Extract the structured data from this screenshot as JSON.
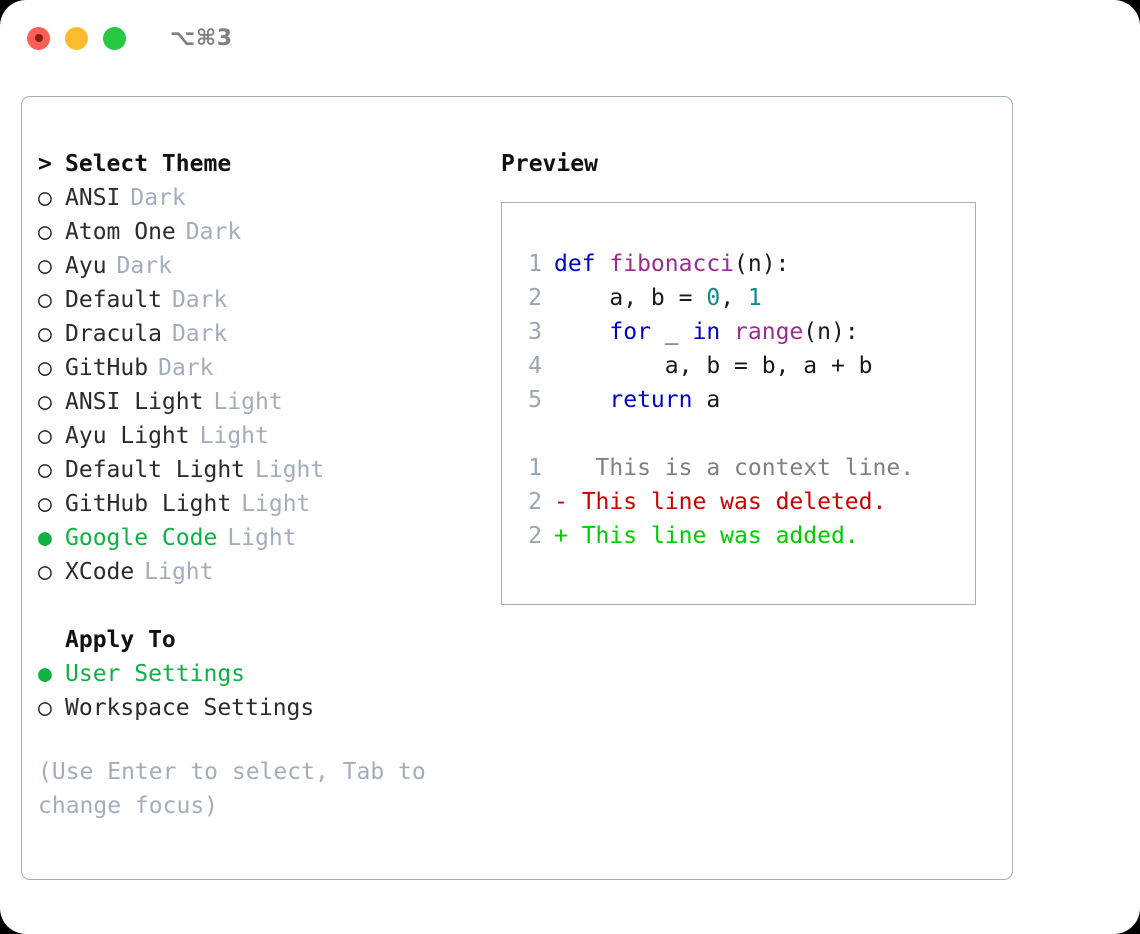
{
  "titlebar": {
    "buttons": [
      {
        "name": "close-button",
        "label": ""
      },
      {
        "name": "minimize-button",
        "label": ""
      },
      {
        "name": "maximize-button",
        "label": ""
      }
    ],
    "shortcut": "⌥⌘3"
  },
  "colors": {
    "accent_green": "#10b142",
    "tag_gray": "#a3adbd",
    "border": "#a6afbd",
    "keyword_blue": "#0000cc",
    "function_magenta": "#9c2c8f",
    "number_teal": "#0f8a8a",
    "diff_deleted_red": "#cc0000",
    "diff_added_green": "#00cc00",
    "diff_context_gray": "#808080",
    "lineno_gray": "#9aa5b1"
  },
  "theme_list": {
    "header_marker": ">",
    "header_label": "Select Theme",
    "items": [
      {
        "marker": "○",
        "name": "ANSI",
        "tag": "Dark",
        "selected": false
      },
      {
        "marker": "○",
        "name": "Atom One",
        "tag": "Dark",
        "selected": false
      },
      {
        "marker": "○",
        "name": "Ayu",
        "tag": "Dark",
        "selected": false
      },
      {
        "marker": "○",
        "name": "Default",
        "tag": "Dark",
        "selected": false
      },
      {
        "marker": "○",
        "name": "Dracula",
        "tag": "Dark",
        "selected": false
      },
      {
        "marker": "○",
        "name": "GitHub",
        "tag": "Dark",
        "selected": false
      },
      {
        "marker": "○",
        "name": "ANSI Light",
        "tag": "Light",
        "selected": false
      },
      {
        "marker": "○",
        "name": "Ayu Light",
        "tag": "Light",
        "selected": false
      },
      {
        "marker": "○",
        "name": "Default Light",
        "tag": "Light",
        "selected": false
      },
      {
        "marker": "○",
        "name": "GitHub Light",
        "tag": "Light",
        "selected": false
      },
      {
        "marker": "●",
        "name": "Google Code",
        "tag": "Light",
        "selected": true
      },
      {
        "marker": "○",
        "name": "XCode",
        "tag": "Light",
        "selected": false
      }
    ]
  },
  "apply_to": {
    "label": "Apply To",
    "items": [
      {
        "marker": "●",
        "name": "User Settings",
        "selected": true
      },
      {
        "marker": "○",
        "name": "Workspace Settings",
        "selected": false
      }
    ]
  },
  "hint": "(Use Enter to select, Tab to change focus)",
  "preview": {
    "title": "Preview",
    "code_lines": [
      {
        "lineno": "1",
        "tokens": [
          {
            "text": "def ",
            "kind": "kw"
          },
          {
            "text": "fibonacci",
            "kind": "fn"
          },
          {
            "text": "(n):",
            "kind": "txt"
          }
        ]
      },
      {
        "lineno": "2",
        "tokens": [
          {
            "text": "    a, b = ",
            "kind": "txt"
          },
          {
            "text": "0",
            "kind": "num"
          },
          {
            "text": ", ",
            "kind": "txt"
          },
          {
            "text": "1",
            "kind": "num"
          }
        ]
      },
      {
        "lineno": "3",
        "tokens": [
          {
            "text": "    ",
            "kind": "txt"
          },
          {
            "text": "for",
            "kind": "kw"
          },
          {
            "text": " _ ",
            "kind": "txt"
          },
          {
            "text": "in",
            "kind": "kw"
          },
          {
            "text": " ",
            "kind": "txt"
          },
          {
            "text": "range",
            "kind": "fn"
          },
          {
            "text": "(n):",
            "kind": "txt"
          }
        ]
      },
      {
        "lineno": "4",
        "tokens": [
          {
            "text": "        a, b = b, a + b",
            "kind": "txt"
          }
        ]
      },
      {
        "lineno": "5",
        "tokens": [
          {
            "text": "    ",
            "kind": "txt"
          },
          {
            "text": "return",
            "kind": "kw"
          },
          {
            "text": " a",
            "kind": "txt"
          }
        ]
      }
    ],
    "diff_lines": [
      {
        "lineno": "1",
        "sign": " ",
        "text": "  This is a context line.",
        "kind": "ctx"
      },
      {
        "lineno": "2",
        "sign": "-",
        "text": " This line was deleted.",
        "kind": "del"
      },
      {
        "lineno": "2",
        "sign": "+",
        "text": " This line was added.",
        "kind": "add"
      }
    ]
  }
}
